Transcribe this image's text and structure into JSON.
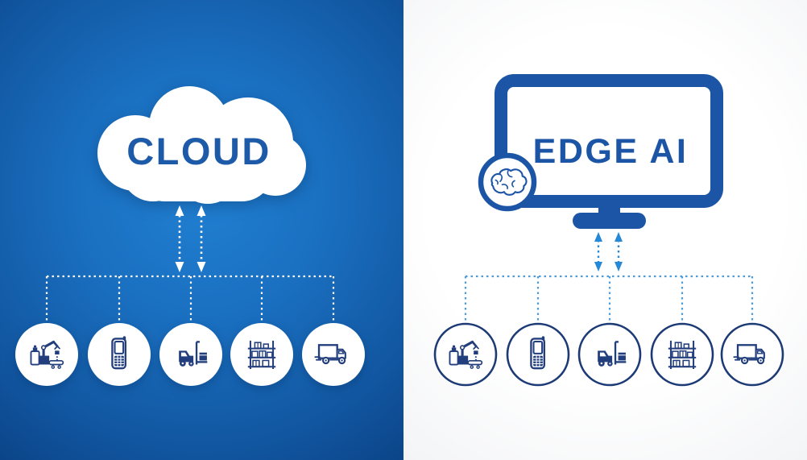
{
  "diagram": {
    "title": "Cloud vs Edge AI architecture diagram",
    "left_panel": {
      "label": "CLOUD",
      "label_color": "#1d5aa8",
      "background_center": "#2180d2",
      "background_edge": "#0b4488",
      "cloud_fill": "#ffffff",
      "connector_color": "#ffffff",
      "arrow_color": "#ffffff",
      "device_icons": [
        "robotic-arm-icon",
        "handheld-scanner-icon",
        "forklift-icon",
        "warehouse-shelves-icon",
        "delivery-truck-icon"
      ]
    },
    "right_panel": {
      "label": "EDGE AI",
      "label_color": "#1d55a6",
      "background": "#ffffff",
      "monitor_color": "#1d55a6",
      "badge_icon": "brain-icon",
      "connector_color": "#4d9bd8",
      "arrow_color": "#2589d8",
      "device_circle_stroke": "#1c3a75",
      "device_icon_color": "#223e7d",
      "device_icons": [
        "robotic-arm-icon",
        "handheld-scanner-icon",
        "forklift-icon",
        "warehouse-shelves-icon",
        "delivery-truck-icon"
      ]
    }
  }
}
